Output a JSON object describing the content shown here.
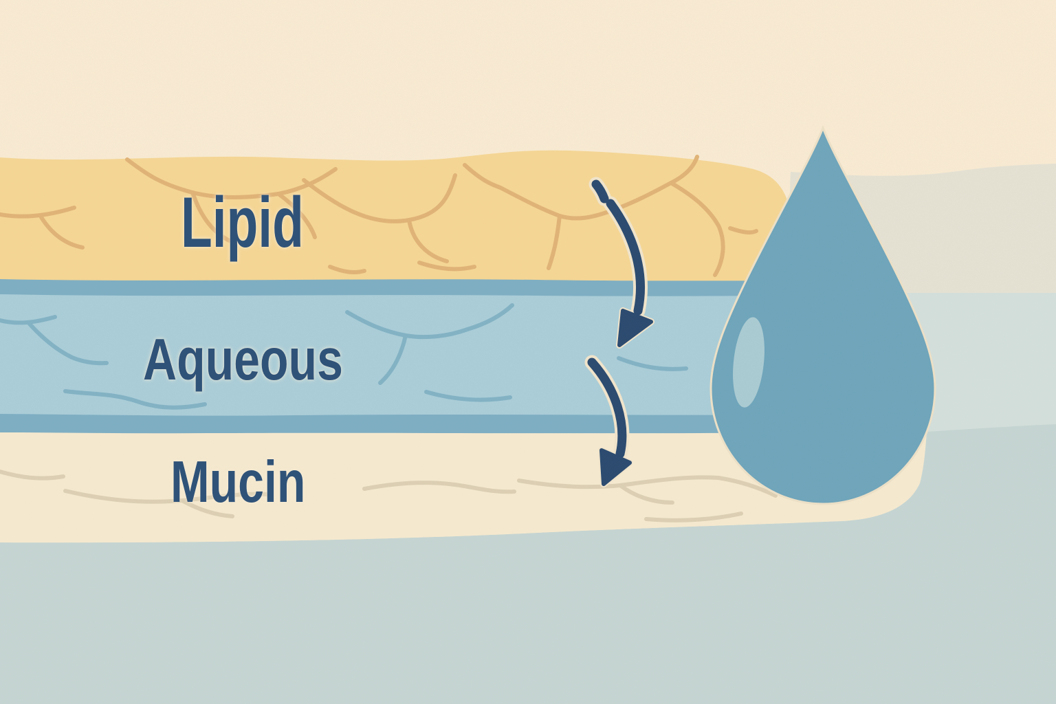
{
  "diagram": {
    "subject": "tear-film-layers",
    "layers": [
      {
        "id": "lipid",
        "label": "Lipid",
        "fill": "#f5d694",
        "crack_color": "#e0b377"
      },
      {
        "id": "aqueous",
        "label": "Aqueous",
        "fill": "#aacdd8",
        "border_color": "#7eaec3",
        "crack_color": "#82b2c4"
      },
      {
        "id": "mucin",
        "label": "Mucin",
        "fill": "#f5e9cf",
        "crack_color": "#dccfb3"
      }
    ],
    "label_color": "#2f5278",
    "background": {
      "top_cream": "#f8ead2",
      "right_upper_band": "#e4e1d3",
      "right_lower_band": "#d3dfdb",
      "bottom_blue": "#c5d5d2"
    },
    "droplet": {
      "name": "tear-droplet",
      "fill": "#6fa5bb",
      "highlight": "#aacbd2"
    },
    "arrows": {
      "color": "#2b4a6f",
      "count": 2,
      "style": "curved-downward"
    }
  }
}
